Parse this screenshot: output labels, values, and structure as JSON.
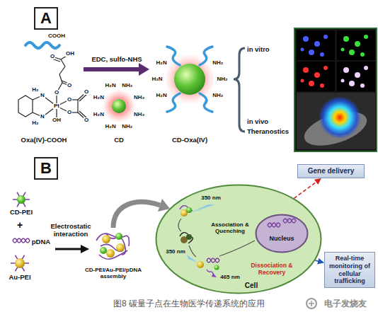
{
  "diagram": {
    "caption": "图8 碳量子点在生物医学传递系统的应用",
    "nodes": [
      {
        "text": [
          "A"
        ]
      },
      {
        "text": [
          "B"
        ]
      },
      {
        "text": [
          "Gene delivery"
        ]
      },
      {
        "text": [
          "Cell"
        ]
      },
      {
        "text": [
          "Nucleus"
        ],
        "in": 3
      },
      {
        "text": [
          "Real-time monitoring of cellular trafficking"
        ]
      }
    ],
    "edges": [
      {
        "from": 3,
        "to": 2,
        "arrow": "to"
      },
      {
        "from": 3,
        "to": 5,
        "arrow": "to"
      }
    ],
    "labels": [
      "COOH",
      "H₂",
      "N",
      "N",
      "H₂",
      "Pt",
      "O",
      "O",
      "O",
      "OH",
      "O",
      "O",
      "O",
      "O",
      "OH",
      "Oxa(IV)-COOH",
      "EDC, sulfo-NHS",
      "H₂N",
      "NH₂",
      "H₂N",
      "NH₂",
      "H₂N",
      "NH₂",
      "H₂N",
      "NH₂",
      "CD",
      "H₂N",
      "NH₂",
      "H₂N",
      "NH₂",
      "H₂N",
      "NH₂",
      "CD-Oxa(IV)",
      "in vitro",
      "in vivo",
      "Theranostics",
      "CD-PEI",
      "+",
      "pDNA",
      "Au-PEI",
      "Electrostatic interaction",
      "CD-PEI/Au-PEI/pDNA assembly",
      "350 nm",
      "Association & Quenching",
      "350 nm",
      "465 nm",
      "Dissociation & Recovery",
      "电子发烧友"
    ]
  }
}
